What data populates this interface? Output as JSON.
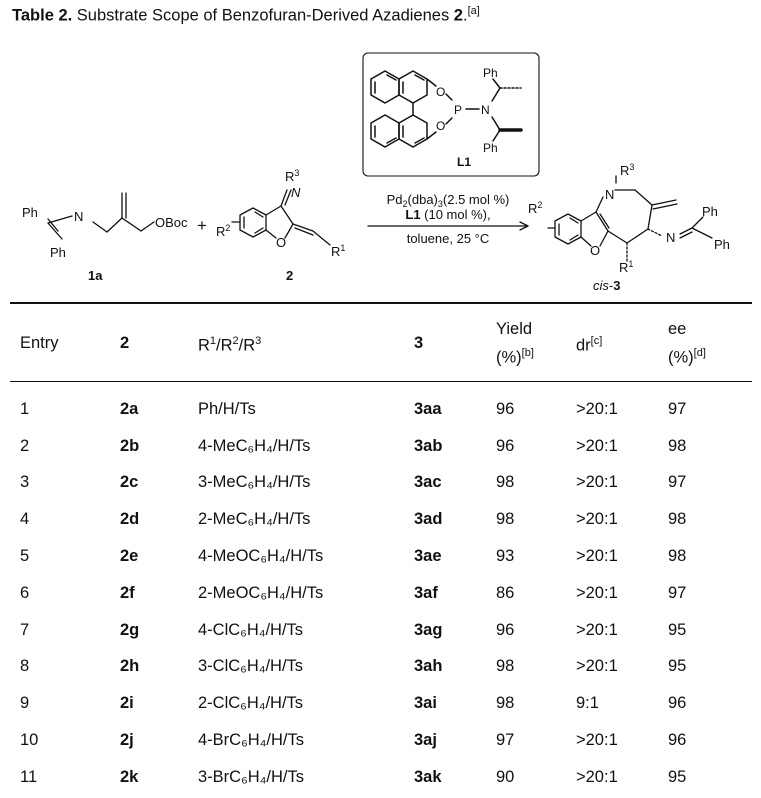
{
  "caption": {
    "label": "Table 2.",
    "text": " Substrate Scope of Benzofuran-Derived Azadienes ",
    "compound": "2",
    "period": ".",
    "footnote": "[a]"
  },
  "scheme": {
    "reactant1": {
      "ph_top": "Ph",
      "ph_bottom": "Ph",
      "n": "N",
      "oboc": "OBoc",
      "label": "1a"
    },
    "plus": "+",
    "reactant2": {
      "r3": "R",
      "r3_sup": "3",
      "n": "N",
      "r2": "R",
      "r2_sup": "2",
      "o": "O",
      "r1": "R",
      "r1_sup": "1",
      "label": "2"
    },
    "ligand": {
      "o_top": "O",
      "o_bottom": "O",
      "p": "P",
      "n": "N",
      "ph_top": "Ph",
      "ph_bottom": "Ph",
      "label": "L1"
    },
    "conditions": {
      "line1_a": "Pd",
      "line1_sub1": "2",
      "line1_b": "(dba)",
      "line1_sub2": "3",
      "line1_c": "(2.5 mol %)",
      "line2_bold": "L1",
      "line2_rest": " (10 mol %),",
      "line3": "toluene, 25 °C"
    },
    "product": {
      "r3": "R",
      "r3_sup": "3",
      "n_ring": "N",
      "r2": "R",
      "r2_sup": "2",
      "o": "O",
      "n_imine": "N",
      "ph_top": "Ph",
      "ph_right": "Ph",
      "r1": "R",
      "r1_sup": "1",
      "label_italic": "cis",
      "label_sep": "-",
      "label_bold": "3"
    }
  },
  "table": {
    "headers": {
      "entry": "Entry",
      "substrate": "2",
      "r_pre1": "R",
      "r_sup1": "1",
      "r_pre2": "/R",
      "r_sup2": "2",
      "r_pre3": "/R",
      "r_sup3": "3",
      "product": "3",
      "yield_line1": "Yield",
      "yield_line2": "(%)",
      "yield_fn": "[b]",
      "dr": "dr",
      "dr_fn": "[c]",
      "ee_line1": "ee",
      "ee_line2": "(%)",
      "ee_fn": "[d]"
    },
    "rows": [
      {
        "entry": "1",
        "substrate": "2a",
        "r": "Ph/H/Ts",
        "product": "3aa",
        "yield": "96",
        "dr": ">20:1",
        "ee": "97"
      },
      {
        "entry": "2",
        "substrate": "2b",
        "r": "4-MeC₆H₄/H/Ts",
        "product": "3ab",
        "yield": "96",
        "dr": ">20:1",
        "ee": "98"
      },
      {
        "entry": "3",
        "substrate": "2c",
        "r": "3-MeC₆H₄/H/Ts",
        "product": "3ac",
        "yield": "98",
        "dr": ">20:1",
        "ee": "97"
      },
      {
        "entry": "4",
        "substrate": "2d",
        "r": "2-MeC₆H₄/H/Ts",
        "product": "3ad",
        "yield": "98",
        "dr": ">20:1",
        "ee": "98"
      },
      {
        "entry": "5",
        "substrate": "2e",
        "r": "4-MeOC₆H₄/H/Ts",
        "product": "3ae",
        "yield": "93",
        "dr": ">20:1",
        "ee": "98"
      },
      {
        "entry": "6",
        "substrate": "2f",
        "r": "2-MeOC₆H₄/H/Ts",
        "product": "3af",
        "yield": "86",
        "dr": ">20:1",
        "ee": "97"
      },
      {
        "entry": "7",
        "substrate": "2g",
        "r": "4-ClC₆H₄/H/Ts",
        "product": "3ag",
        "yield": "96",
        "dr": ">20:1",
        "ee": "95"
      },
      {
        "entry": "8",
        "substrate": "2h",
        "r": "3-ClC₆H₄/H/Ts",
        "product": "3ah",
        "yield": "98",
        "dr": ">20:1",
        "ee": "95"
      },
      {
        "entry": "9",
        "substrate": "2i",
        "r": "2-ClC₆H₄/H/Ts",
        "product": "3ai",
        "yield": "98",
        "dr": "9:1",
        "ee": "96"
      },
      {
        "entry": "10",
        "substrate": "2j",
        "r": "4-BrC₆H₄/H/Ts",
        "product": "3aj",
        "yield": "97",
        "dr": ">20:1",
        "ee": "96"
      },
      {
        "entry": "11",
        "substrate": "2k",
        "r": "3-BrC₆H₄/H/Ts",
        "product": "3ak",
        "yield": "90",
        "dr": ">20:1",
        "ee": "95"
      }
    ]
  }
}
